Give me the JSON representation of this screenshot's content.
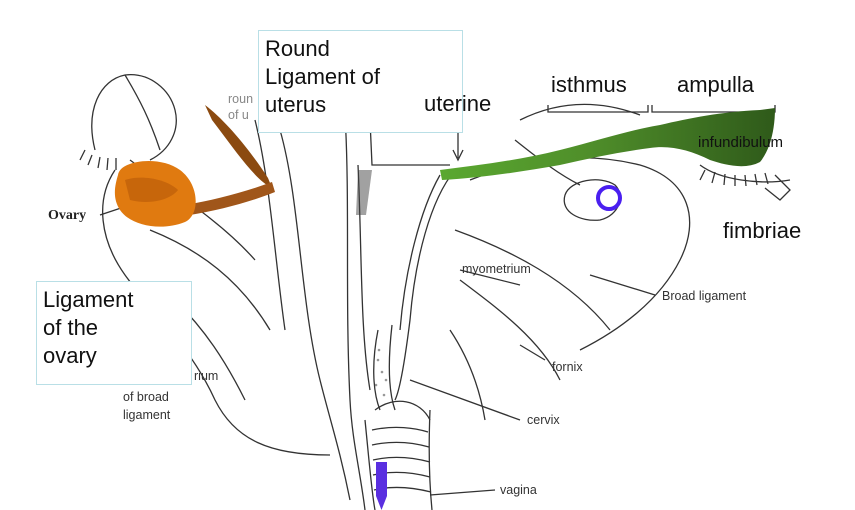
{
  "callouts": {
    "round_ligament": [
      "Round",
      "Ligament of",
      "uterus"
    ],
    "ligament_ovary": [
      "Ligament",
      "of the",
      "ovary"
    ]
  },
  "labels": {
    "uterine": "uterine",
    "isthmus": "isthmus",
    "ampulla": "ampulla",
    "infundibulum": "infundibulum",
    "fimbriae": "fimbriae",
    "ovary": "Ovary",
    "myometrium": "myometrium",
    "broad_ligament": "Broad ligament",
    "fornix": "fornix",
    "cervix": "cervix",
    "vagina": "vagina",
    "of_broad": "of broad",
    "ligament": "ligament",
    "rium": "rium",
    "round_partial": "roun",
    "of_partial": "of u"
  },
  "colors": {
    "ovary": "#e07a10",
    "ovarian_ligament": "#8b4a10",
    "uterine_tube_isthmus": "#5aa830",
    "uterine_tube_ampulla": "#2f5a1a",
    "ring_marker": "#4a1ff0",
    "arrow_marker": "#5a2fe0",
    "line_art": "#333333"
  }
}
